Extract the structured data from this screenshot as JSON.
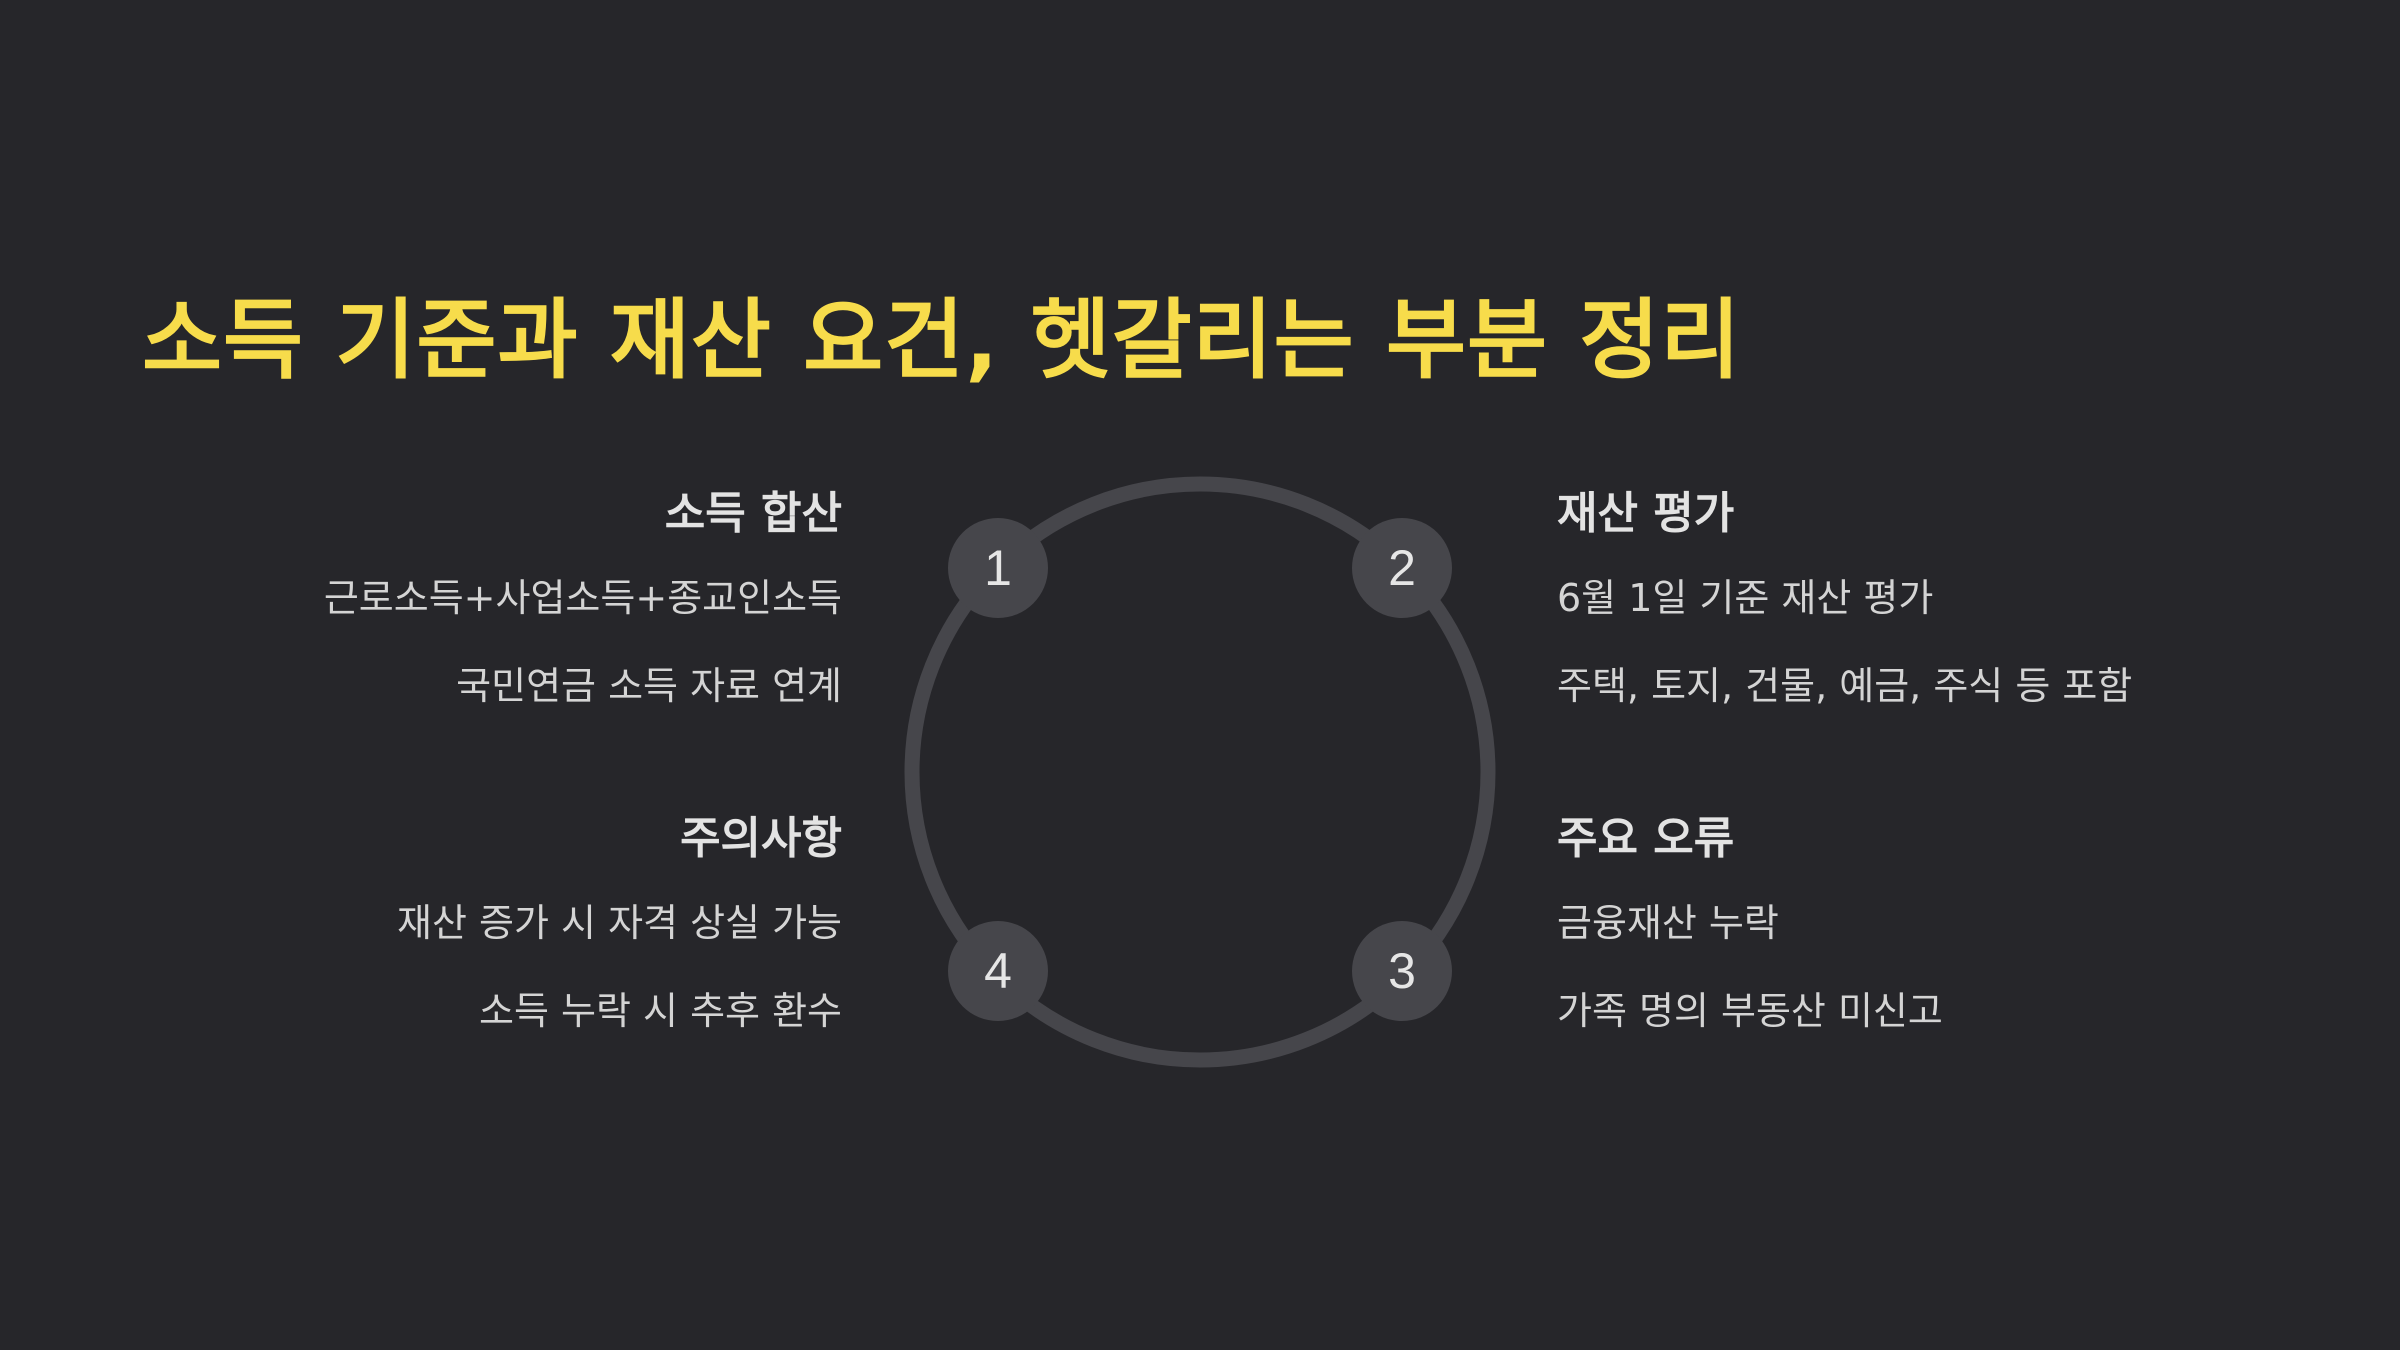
{
  "title": "소득 기준과 재산 요건, 헷갈리는 부분 정리",
  "cycle": {
    "steps": [
      "1",
      "2",
      "3",
      "4"
    ]
  },
  "blocks": {
    "income": {
      "heading": "소득 합산",
      "lines": [
        "근로소득+사업소득+종교인소득",
        "국민연금 소득 자료 연계"
      ]
    },
    "property": {
      "heading": "재산 평가",
      "lines": [
        "6월 1일 기준 재산 평가",
        "주택, 토지, 건물, 예금, 주식 등 포함"
      ]
    },
    "errors": {
      "heading": "주요 오류",
      "lines": [
        "금융재산 누락",
        "가족 명의 부동산 미신고"
      ]
    },
    "cautions": {
      "heading": "주의사항",
      "lines": [
        "재산 증가 시 자격 상실 가능",
        "소득 누락 시 추후 환수"
      ]
    }
  },
  "colors": {
    "background": "#26262a",
    "title": "#f7dc4b",
    "ring": "#46464b",
    "node": "#46464b",
    "node_text": "#e6e6e6"
  }
}
